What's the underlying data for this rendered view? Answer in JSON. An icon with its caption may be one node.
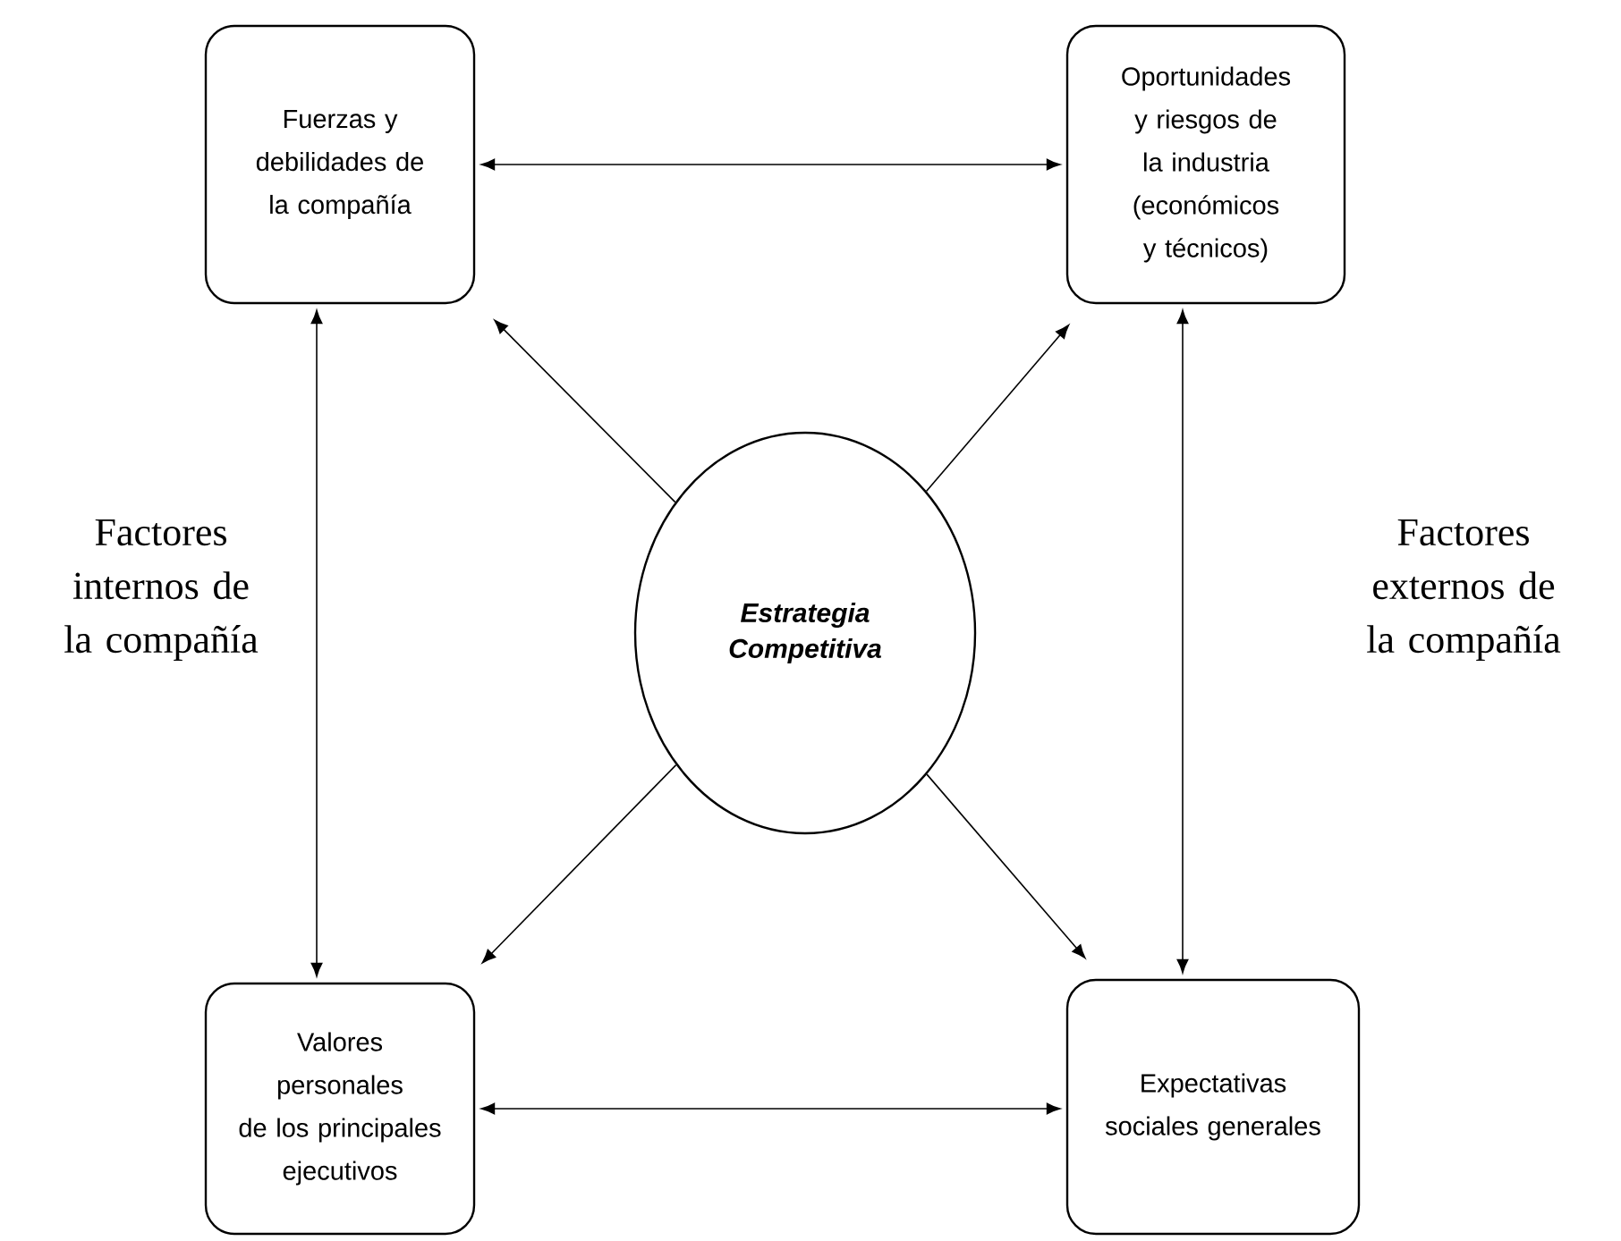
{
  "diagram": {
    "nodes": [
      {
        "text": [
          "Fuerzas y debilidades de la compañía"
        ]
      },
      {
        "text": [
          "Oportunidades y riesgos de la industria (económicos y técnicos)"
        ]
      },
      {
        "text": [
          "Estrategia Competitiva"
        ]
      },
      {
        "text": [
          "Valores personales de los principales ejecutivos"
        ]
      },
      {
        "text": [
          "Expectativas sociales generales"
        ]
      }
    ],
    "edges": [
      {
        "from": 0,
        "to": 1,
        "arrow": "both"
      },
      {
        "from": 0,
        "to": 3,
        "arrow": "both"
      },
      {
        "from": 1,
        "to": 4,
        "arrow": "both"
      },
      {
        "from": 3,
        "to": 4,
        "arrow": "both"
      },
      {
        "from": 2,
        "to": 0,
        "arrow": "to"
      },
      {
        "from": 2,
        "to": 1,
        "arrow": "to"
      },
      {
        "from": 2,
        "to": 3,
        "arrow": "to"
      },
      {
        "from": 2,
        "to": 4,
        "arrow": "to"
      }
    ],
    "labels": [
      "Factores internos de la compañía",
      "Factores externos de la compañía"
    ]
  }
}
